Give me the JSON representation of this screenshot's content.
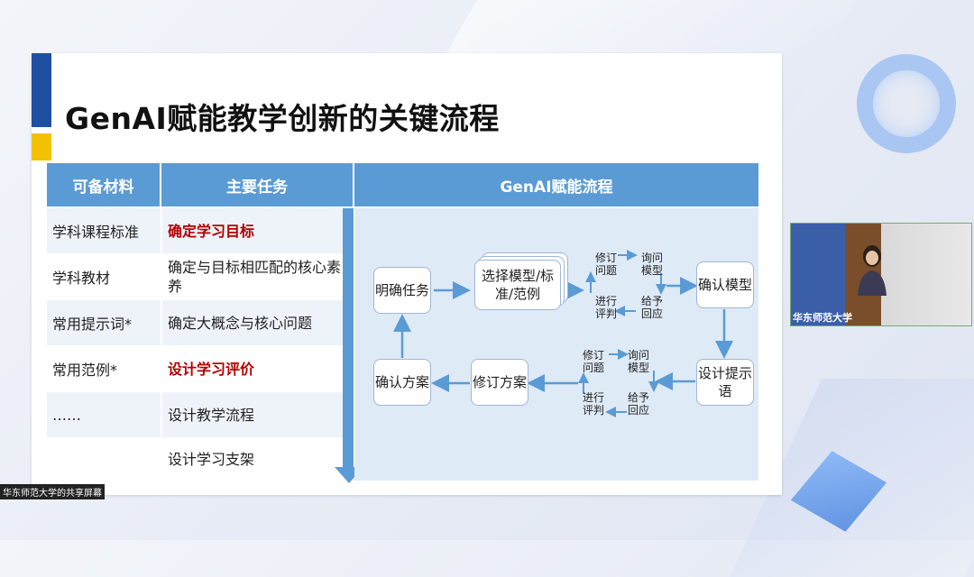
{
  "slide": {
    "title": "GenAI赋能教学创新的关键流程",
    "headers": {
      "materials": "可备材料",
      "tasks": "主要任务",
      "flow": "GenAI赋能流程"
    },
    "materials": [
      "学科课程标准",
      "学科教材",
      "常用提示词*",
      "常用范例*",
      "……",
      ""
    ],
    "tasks": [
      {
        "text": "确定学习目标",
        "highlight": true
      },
      {
        "text": "确定与目标相匹配的核心素养",
        "highlight": false
      },
      {
        "text": "确定大概念与核心问题",
        "highlight": false
      },
      {
        "text": "设计学习评价",
        "highlight": true
      },
      {
        "text": "设计教学流程",
        "highlight": false
      },
      {
        "text": "设计学习支架",
        "highlight": false
      }
    ],
    "flow": {
      "clarify_task": "明确任务",
      "select_model": "选择模型/标准/范例",
      "confirm_model": "确认模型",
      "design_prompt": "设计提示语",
      "revise_plan": "修订方案",
      "confirm_plan": "确认方案",
      "cycle_top": {
        "revise_q": "修订问题",
        "ask_model": "询问模型",
        "run_eval": "进行评判",
        "give_reply": "给予回应"
      },
      "cycle_bottom": {
        "revise_q": "修订问题",
        "ask_model": "询问模型",
        "run_eval": "进行评判",
        "give_reply": "给予回应"
      }
    }
  },
  "webcam": {
    "label": "华东师范大学"
  },
  "share_label": "华东师范大学的共享屏幕",
  "colors": {
    "header_blue": "#5b9bd5",
    "accent_blue": "#1f4fa3",
    "accent_yellow": "#f2c200",
    "highlight_red": "#b40000"
  }
}
